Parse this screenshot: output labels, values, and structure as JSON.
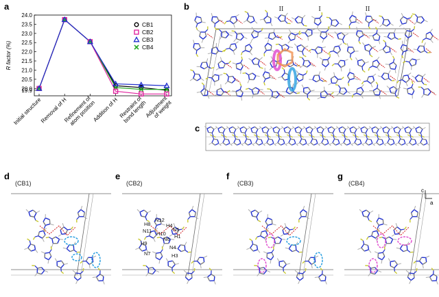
{
  "panels": {
    "a": {
      "label": "a"
    },
    "b": {
      "label": "b",
      "layer_labels": [
        "II",
        "I",
        "II"
      ]
    },
    "c": {
      "label": "c"
    },
    "d": {
      "label": "d",
      "caption": "(CB1)"
    },
    "e": {
      "label": "e",
      "caption": "(CB2)",
      "atoms": [
        "N12",
        "H8",
        "N11",
        "H4",
        "N5",
        "H10",
        "H1",
        "N6",
        "H9",
        "N7",
        "N4",
        "H3"
      ]
    },
    "f": {
      "label": "f",
      "caption": "(CB3)"
    },
    "g": {
      "label": "g",
      "caption": "(CB4)",
      "axes": [
        "c",
        "a"
      ]
    }
  },
  "colors": {
    "CB1": "#000000",
    "CB2": "#e0259f",
    "CB3": "#1f2ecc",
    "CB4": "#27a827",
    "hbond_magenta": "#e050d0",
    "hbond_cyan": "#2a9fe0",
    "carbon": "#7d7d7d",
    "nitrogen": "#2030d0",
    "sulfur": "#c8c830",
    "oxygen": "#d02020"
  },
  "chart_data": {
    "type": "line",
    "categories": [
      "Initial structure",
      "Removal of H",
      "Refinement of atom position",
      "Addition of H",
      "Restraint of bond length",
      "Adjustment of weight"
    ],
    "category_lines": [
      [
        "Initial structure"
      ],
      [
        "Removal of H"
      ],
      [
        "Refinement of",
        "atom position"
      ],
      [
        "Addition of H"
      ],
      [
        "Restraint of",
        "bond length"
      ],
      [
        "Adjustment",
        "of weight"
      ]
    ],
    "ylabel": "R factor (%)",
    "ylim": [
      19.6,
      24.0
    ],
    "yticks": [
      "19.9",
      "20.0",
      "20.5",
      "21.0",
      "21.5",
      "22.0",
      "22.5",
      "23.0",
      "23.5",
      "24.0"
    ],
    "ytick_values": [
      19.9,
      20.0,
      20.5,
      21.0,
      21.5,
      22.0,
      22.5,
      23.0,
      23.5,
      24.0
    ],
    "legend_position": "right",
    "series": [
      {
        "name": "CB1",
        "marker": "circle",
        "values": [
          20.0,
          23.75,
          22.55,
          20.15,
          20.05,
          19.9
        ]
      },
      {
        "name": "CB2",
        "marker": "square",
        "values": [
          20.0,
          23.75,
          22.55,
          19.85,
          19.7,
          19.7
        ]
      },
      {
        "name": "CB3",
        "marker": "triangle",
        "values": [
          20.0,
          23.75,
          22.55,
          20.25,
          20.2,
          20.15
        ]
      },
      {
        "name": "CB4",
        "marker": "cross",
        "values": [
          20.0,
          23.75,
          22.55,
          20.05,
          19.95,
          19.95
        ]
      }
    ]
  }
}
